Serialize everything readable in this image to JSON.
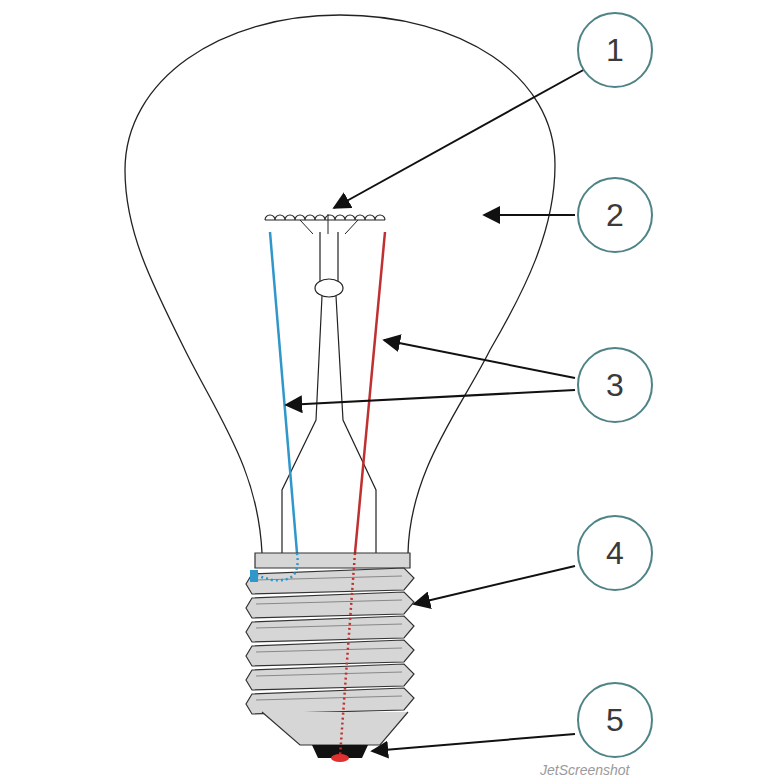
{
  "diagram": {
    "nodes": [
      {
        "text": [
          "1"
        ]
      },
      {
        "text": [
          "2"
        ]
      },
      {
        "text": [
          "3"
        ]
      },
      {
        "text": [
          "4"
        ]
      },
      {
        "text": [
          "5"
        ]
      }
    ],
    "labels": [
      "JetScreenshot"
    ]
  }
}
